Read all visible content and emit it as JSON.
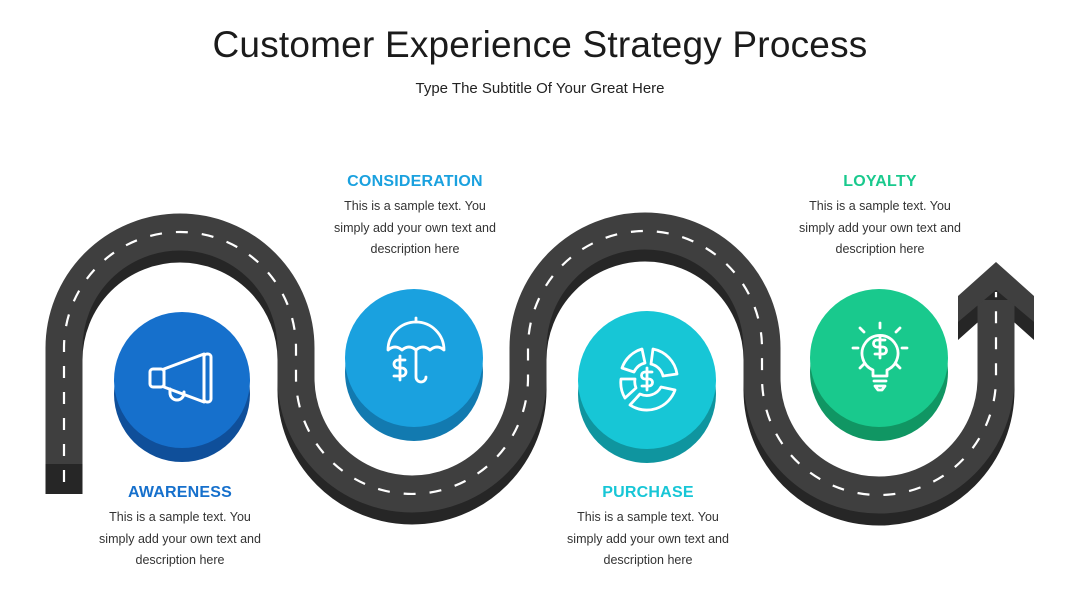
{
  "title": "Customer Experience Strategy Process",
  "subtitle": "Type The Subtitle Of Your Great Here",
  "colors": {
    "road": "#3f3f3f",
    "road_side": "#262626",
    "dash": "#ffffff",
    "awareness": "#1670cc",
    "consideration": "#1aa1df",
    "purchase": "#17c6d6",
    "loyalty": "#19c98d"
  },
  "steps": [
    {
      "title": "AWARENESS",
      "description": "This is a sample text. You simply add your own text and description here",
      "icon": "megaphone-icon",
      "color": "#1670cc"
    },
    {
      "title": "CONSIDERATION",
      "description": "This is a sample text. You simply add your own text and description here",
      "icon": "umbrella-dollar-icon",
      "color": "#1aa1df"
    },
    {
      "title": "PURCHASE",
      "description": "This is a sample text. You simply add your own text and description here",
      "icon": "dollar-pie-icon",
      "color": "#17c6d6"
    },
    {
      "title": "LOYALTY",
      "description": "This is a sample text. You simply add your own text and description here",
      "icon": "lightbulb-dollar-icon",
      "color": "#19c98d"
    }
  ]
}
